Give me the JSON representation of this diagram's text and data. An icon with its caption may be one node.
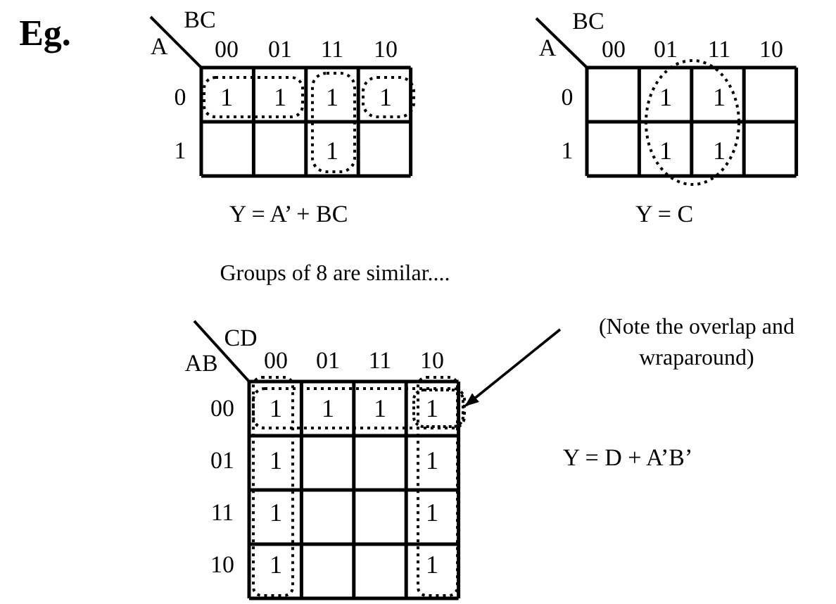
{
  "diagram": {
    "nodes": [
      {
        "text": [
          "(Note the overlap and wraparound)"
        ]
      },
      {
        "text": [],
        "shape": "box"
      }
    ],
    "edges": [
      {
        "from": 0,
        "to": 1,
        "arrow": "to"
      }
    ],
    "labels": [
      "Eg.",
      "BC",
      "A",
      "00",
      "01",
      "11",
      "10",
      "0",
      "1",
      "1",
      "1",
      "1",
      "1",
      "1",
      "Y = A’ + BC",
      "BC",
      "A",
      "00",
      "01",
      "11",
      "10",
      "0",
      "1",
      "1",
      "1",
      "1",
      "1",
      "Y = C",
      "Groups of 8 are similar....",
      "CD",
      "AB",
      "00",
      "01",
      "11",
      "10",
      "00",
      "1",
      "1",
      "1",
      "1",
      "01",
      "1",
      "1",
      "11",
      "1",
      "1",
      "10",
      "1",
      "1",
      "Y = D + A’B’"
    ]
  }
}
